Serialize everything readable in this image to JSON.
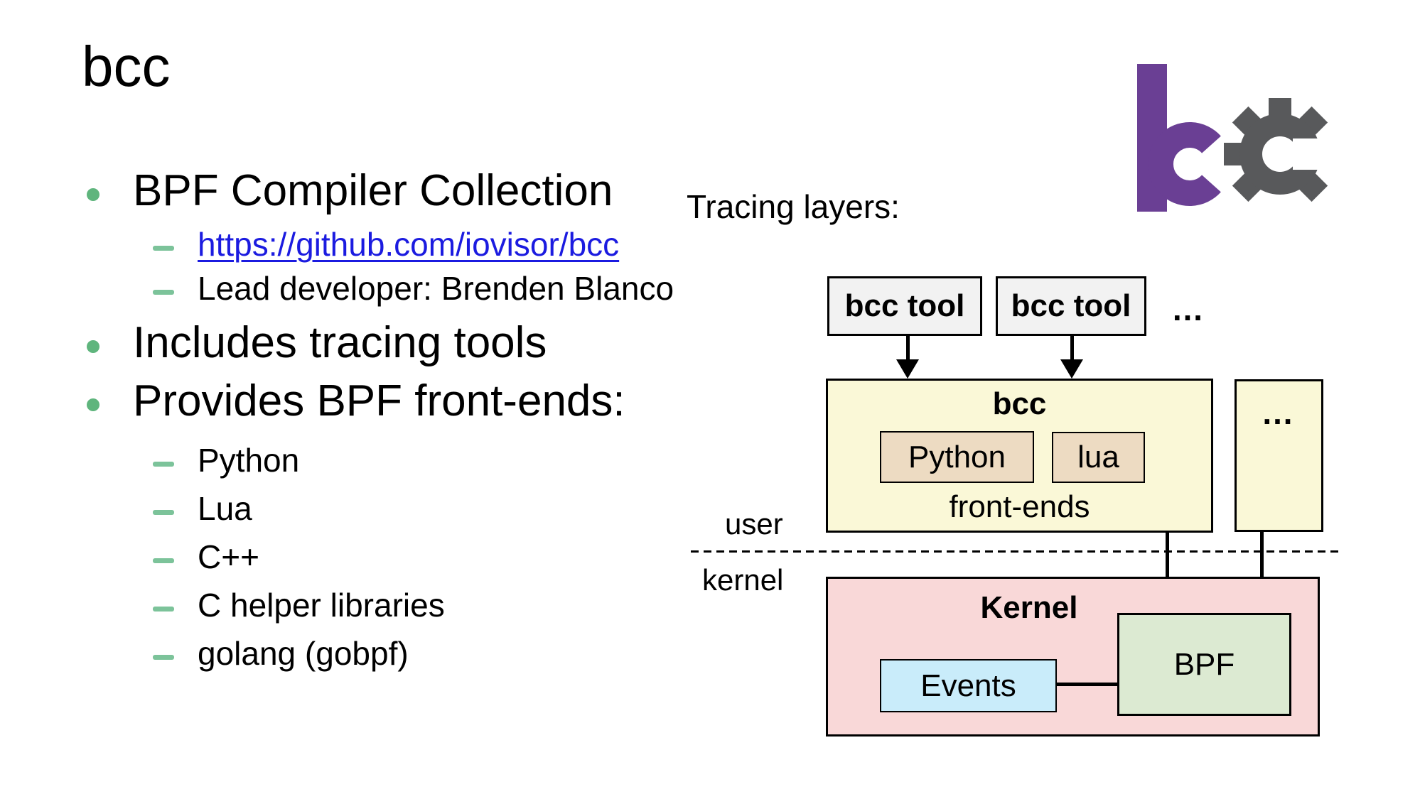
{
  "slide": {
    "title": "bcc",
    "bullets": [
      {
        "level": 1,
        "text": "BPF Compiler Collection"
      },
      {
        "level": 2,
        "text": "https://github.com/iovisor/bcc",
        "link": true
      },
      {
        "level": 2,
        "text": "Lead developer: Brenden Blanco"
      },
      {
        "level": 1,
        "text": "Includes tracing tools"
      },
      {
        "level": 1,
        "text": "Provides BPF front-ends:"
      },
      {
        "level": 2,
        "text": "Python"
      },
      {
        "level": 2,
        "text": "Lua"
      },
      {
        "level": 2,
        "text": "C++"
      },
      {
        "level": 2,
        "text": "C helper libraries"
      },
      {
        "level": 2,
        "text": "golang (gobpf)"
      }
    ]
  },
  "diagram": {
    "heading": "Tracing layers:",
    "tool_boxes": [
      {
        "label": "bcc tool"
      },
      {
        "label": "bcc tool"
      }
    ],
    "tools_ellipsis": "…",
    "bcc_box": {
      "title": "bcc",
      "frontend_boxes": [
        {
          "label": "Python"
        },
        {
          "label": "lua"
        }
      ],
      "caption": "front-ends"
    },
    "more_box": {
      "label": "…"
    },
    "user_label": "user",
    "kernel_label": "kernel",
    "kernel_box": {
      "title": "Kernel",
      "events_label": "Events",
      "bpf_label": "BPF"
    }
  },
  "colors": {
    "bullet_green": "#5fb57d",
    "link_blue": "#1b1be0",
    "tool_box_fill": "#f2f2f2",
    "layer_yellow": "#faf8d7",
    "frontend_tan": "#eddbc2",
    "kernel_pink": "#f9d8d8",
    "events_blue": "#c9ecfa",
    "bpf_green": "#dcead2",
    "logo_purple": "#6a3f94",
    "logo_gear_gray": "#58595b"
  }
}
